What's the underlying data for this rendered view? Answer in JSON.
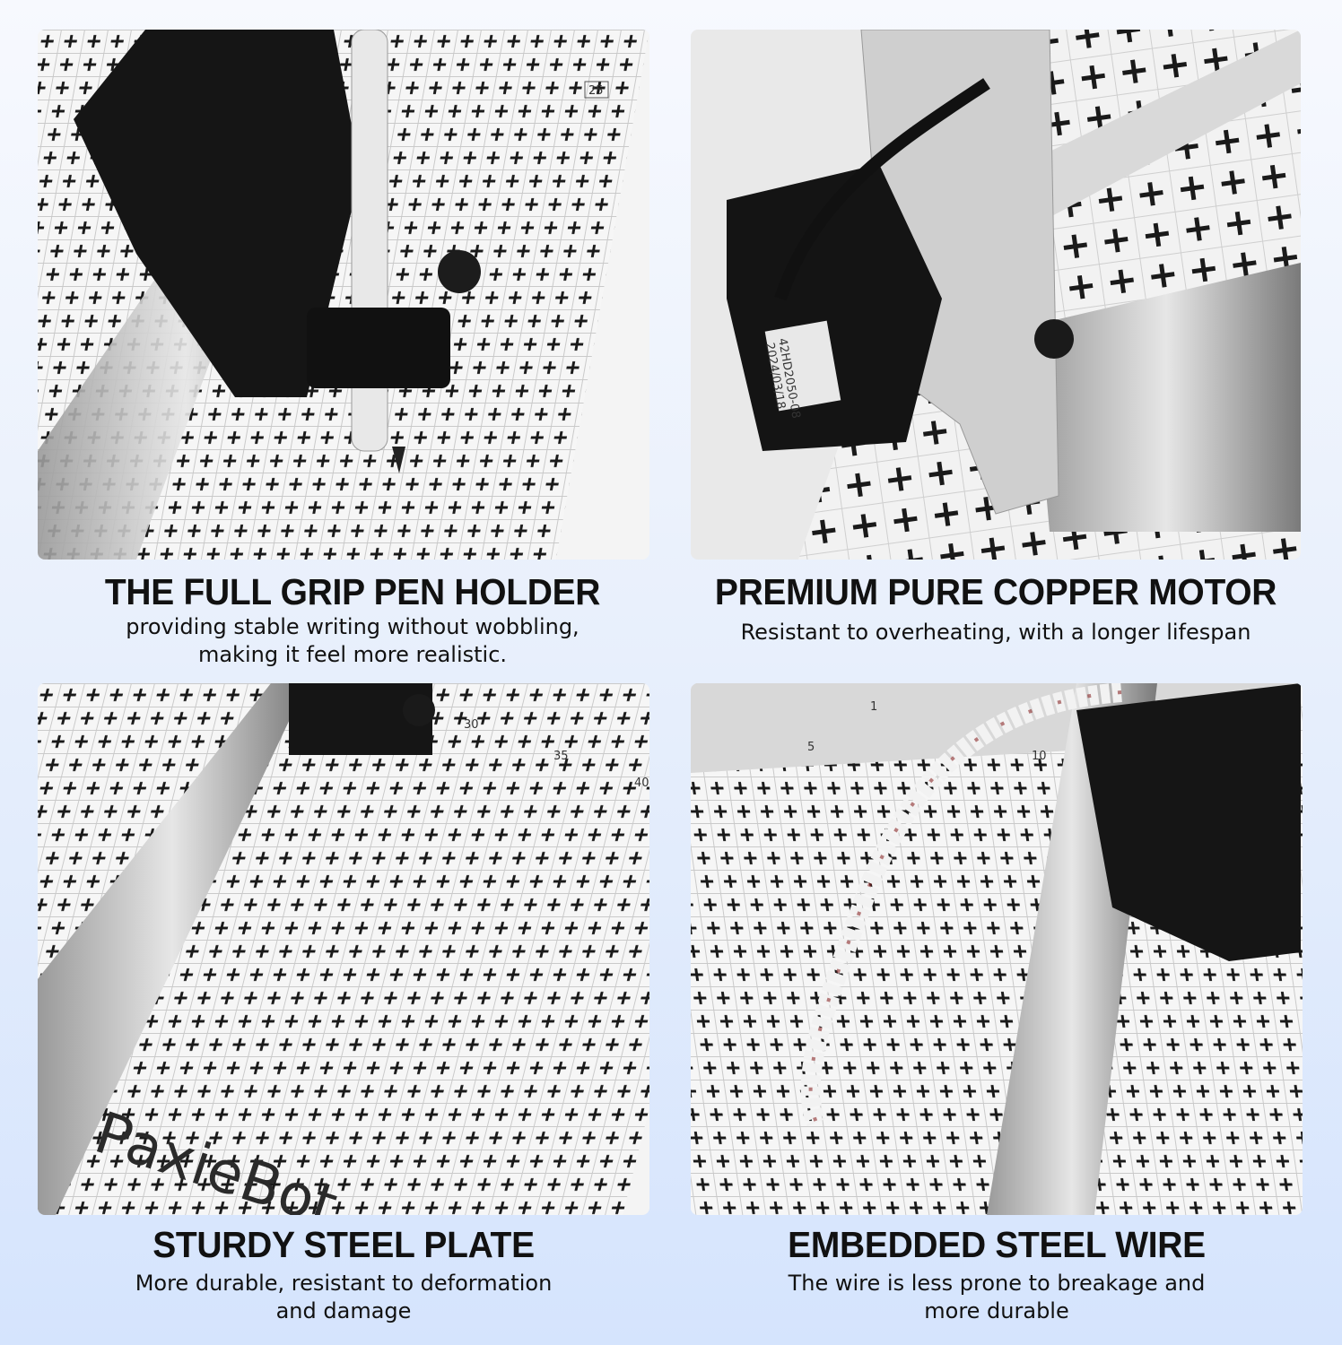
{
  "features": [
    {
      "title": "THE FULL GRIP PEN HOLDER",
      "lines": [
        "providing stable writing without wobbling,",
        "making it feel more realistic."
      ]
    },
    {
      "title": "PREMIUM PURE COPPER MOTOR",
      "lines": [
        "Resistant to overheating, with a longer lifespan"
      ]
    },
    {
      "title": "STURDY STEEL PLATE",
      "lines": [
        "More durable, resistant to deformation",
        "and damage"
      ]
    },
    {
      "title": "EMBEDDED STEEL WIRE",
      "lines": [
        "The wire is less prone to breakage and",
        "more durable"
      ]
    }
  ],
  "photo_labels": {
    "grid_25": "25",
    "grid_30": "30",
    "grid_35": "35",
    "grid_40": "40",
    "grid_1": "1",
    "grid_5": "5",
    "grid_10": "10",
    "motor_model": "42HD2050-08",
    "motor_date": "2024/03/18",
    "brand": "PaxieBot"
  },
  "colors": {
    "background_top": "#f7f9fe",
    "background_bottom": "#d5e4fd",
    "text": "#111111"
  }
}
